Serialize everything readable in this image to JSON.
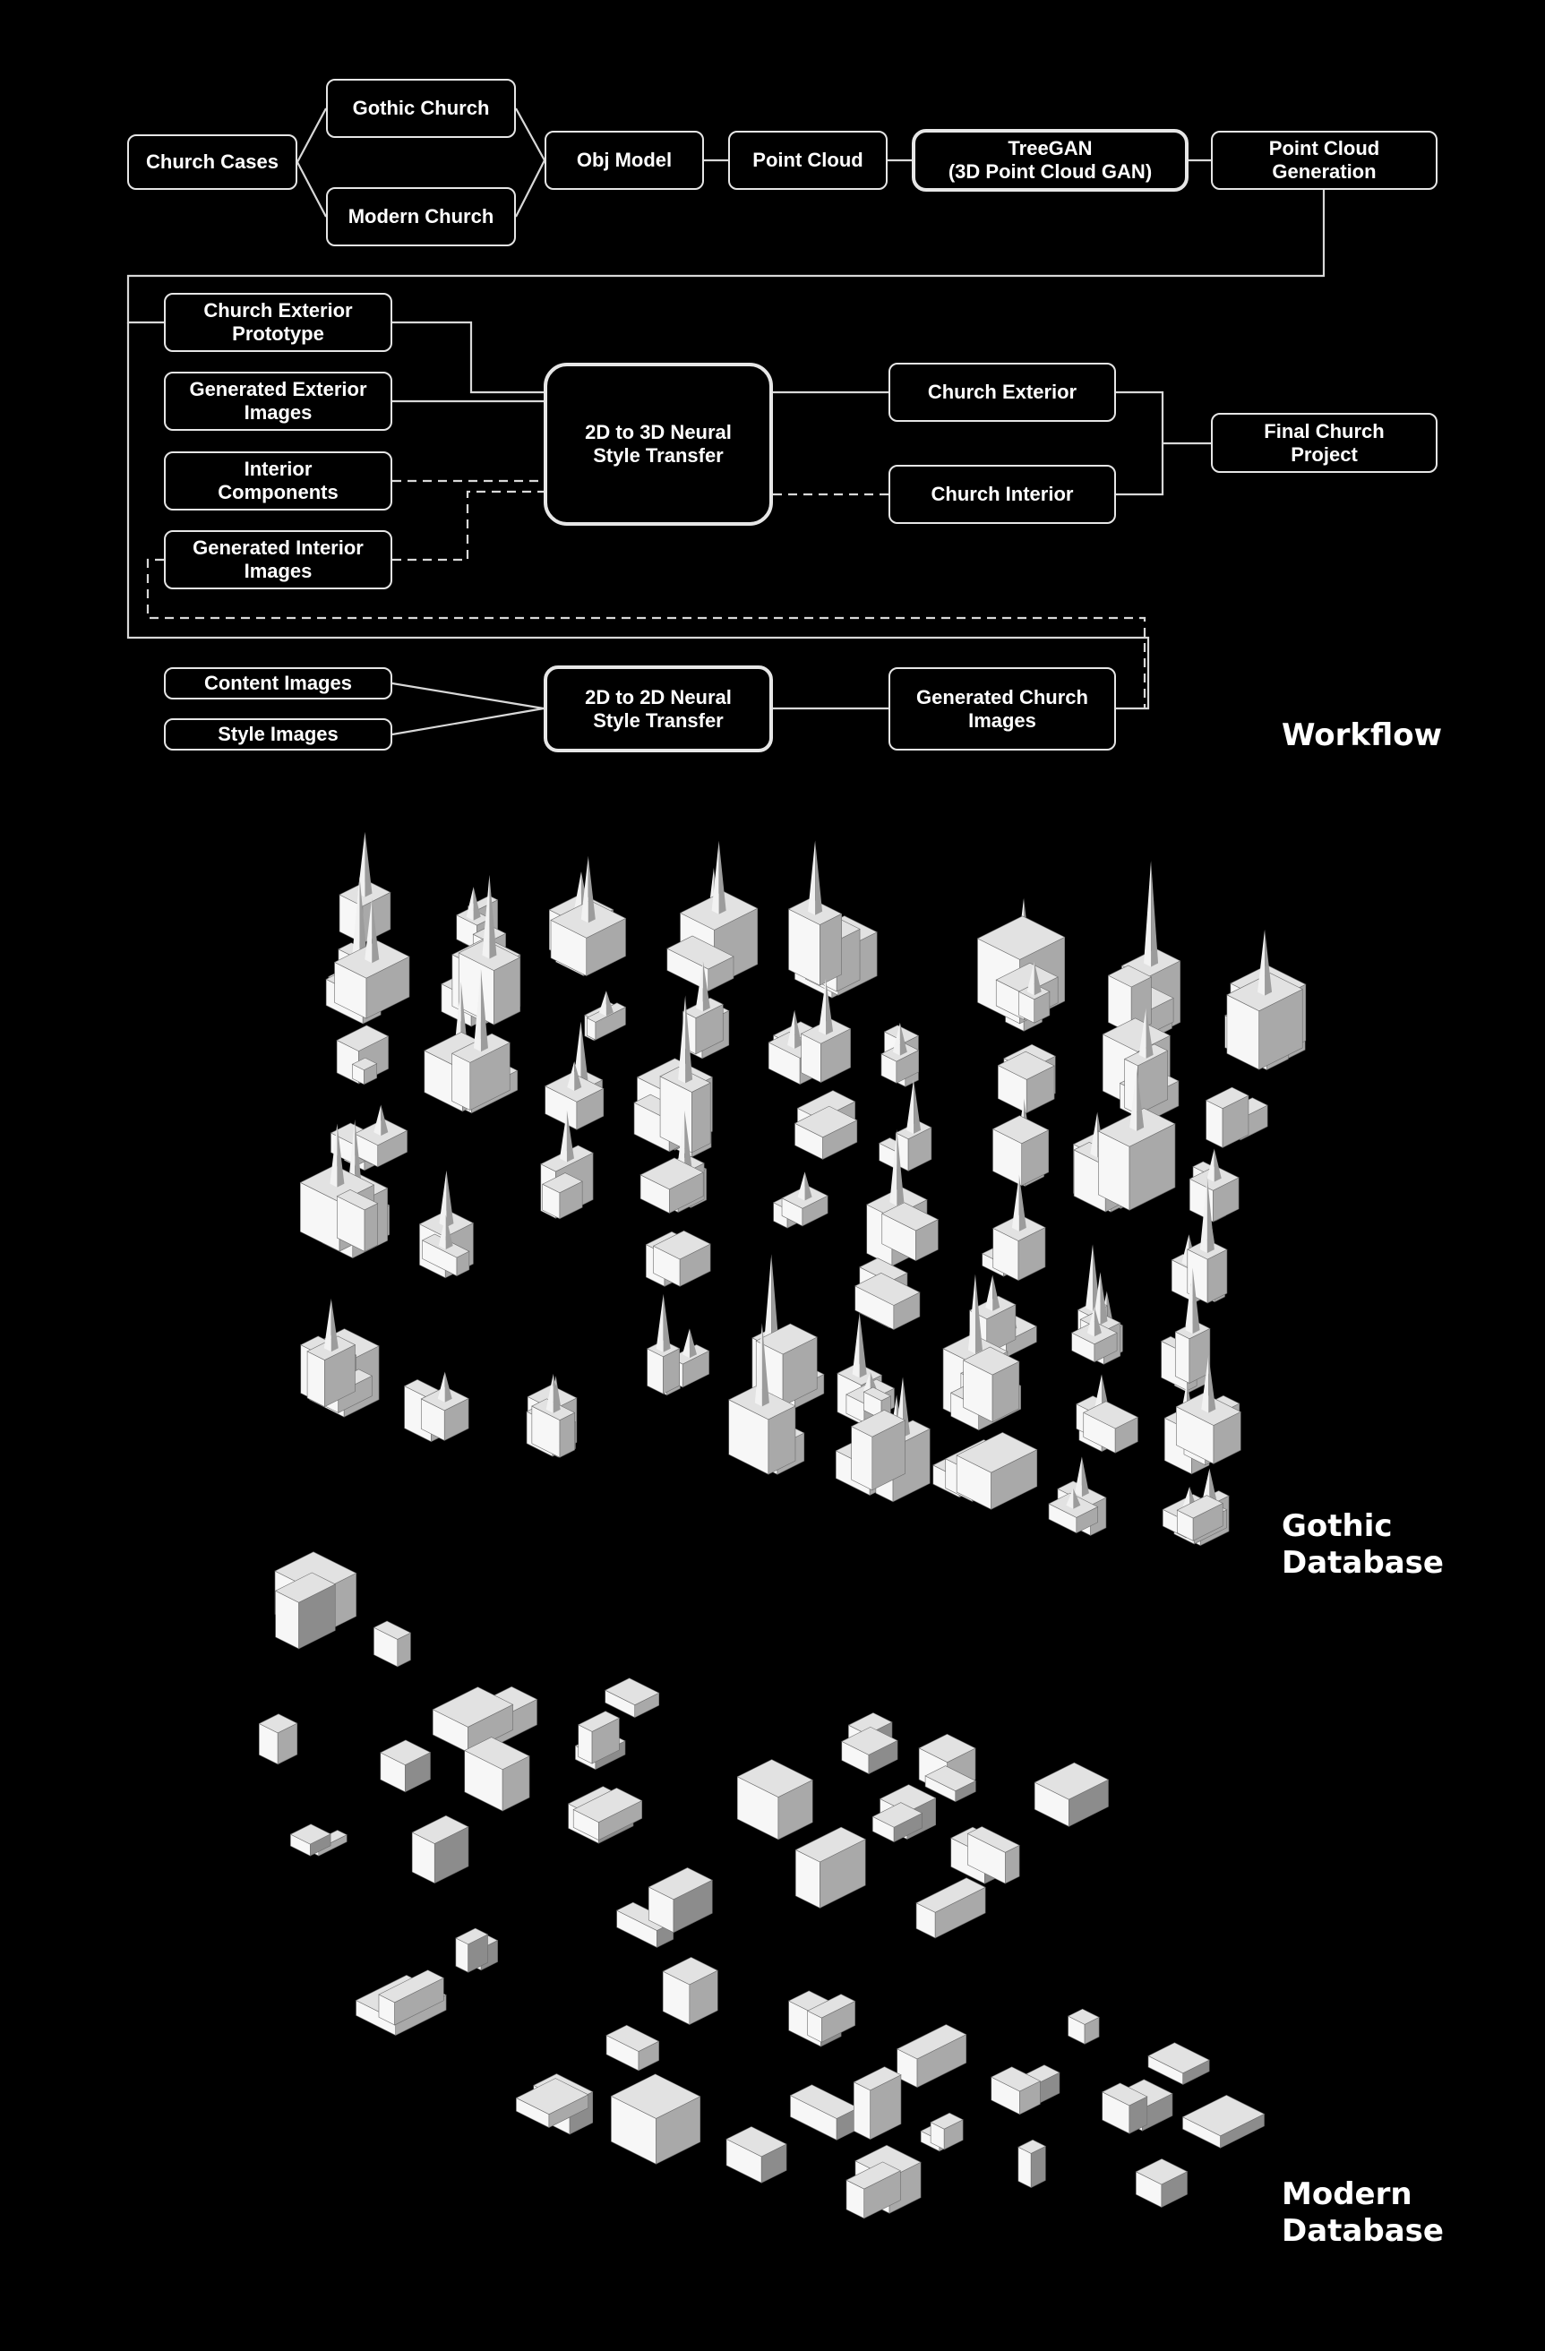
{
  "workflow": {
    "label": "Workflow",
    "nodes": {
      "church_cases": "Church Cases",
      "gothic_church": "Gothic Church",
      "modern_church": "Modern Church",
      "obj_model": "Obj Model",
      "point_cloud": "Point Cloud",
      "treegan": "TreeGAN\n(3D Point Cloud GAN)",
      "point_cloud_generation": "Point Cloud\nGeneration",
      "church_exterior_prototype": "Church Exterior\nPrototype",
      "generated_exterior_images": "Generated Exterior\nImages",
      "interior_components": "Interior\nComponents",
      "generated_interior_images": "Generated Interior\nImages",
      "style_transfer_3d": "2D to 3D Neural\nStyle Transfer",
      "church_exterior": "Church Exterior",
      "church_interior": "Church Interior",
      "final_church_project": "Final Church\nProject",
      "content_images": "Content Images",
      "style_images": "Style Images",
      "style_transfer_2d": "2D to 2D Neural\nStyle Transfer",
      "generated_church_images": "Generated Church\nImages"
    }
  },
  "gothic_database": {
    "label": "Gothic\nDatabase"
  },
  "modern_database": {
    "label": "Modern\nDatabase"
  },
  "colors": {
    "background": "#000000",
    "stroke": "#e6e6e6",
    "model_light": "#f4f4f4",
    "model_shade": "#9a9a9a"
  }
}
